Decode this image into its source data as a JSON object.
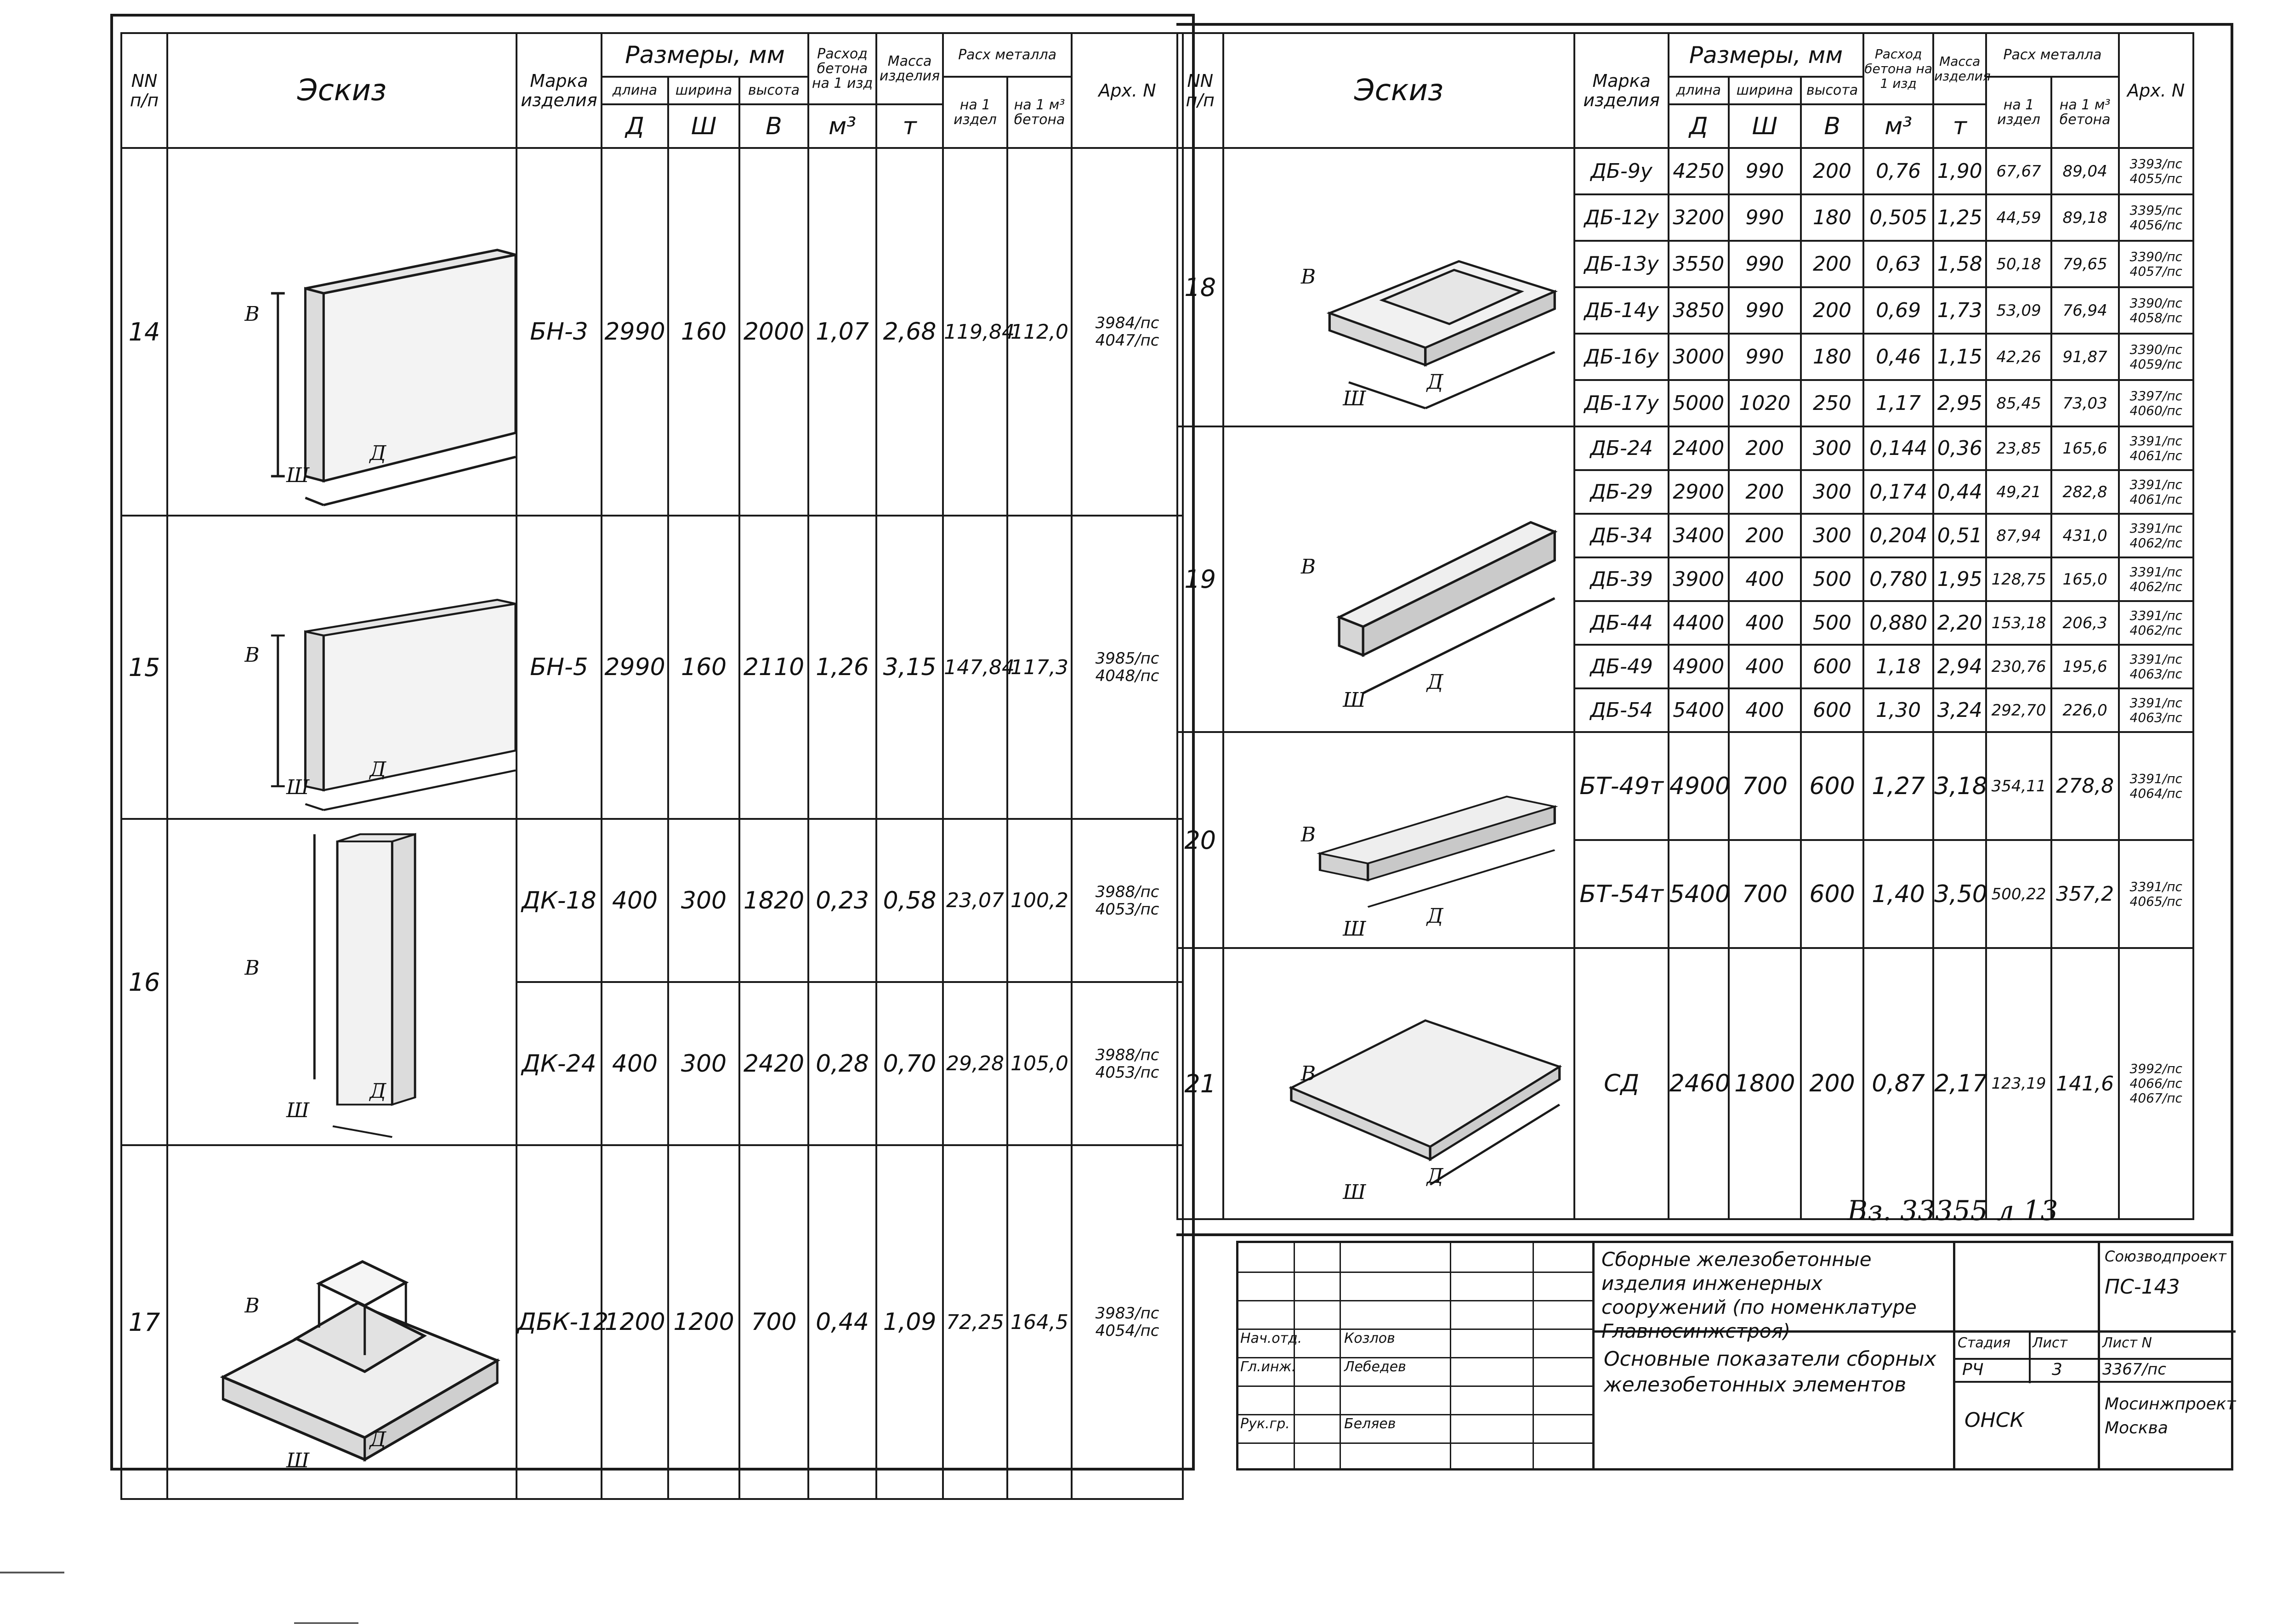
{
  "left_table": {
    "headers": {
      "nn": "NN п/п",
      "sketch": "Эскиз",
      "mark": "Марка изделия",
      "sizes": "Размеры, мм",
      "length_word": "длина",
      "width_word": "ширина",
      "height_word": "высота",
      "length_sym": "Д",
      "width_sym": "Ш",
      "height_sym": "В",
      "concrete": "Расход бетона на 1 изд",
      "concrete_unit": "м³",
      "mass": "Масса изделия",
      "mass_unit": "т",
      "metal": "Расх металла",
      "metal_per_item": "на 1 издел",
      "metal_per_m3": "на 1 м³ бетона",
      "arch": "Арх. N"
    },
    "rows": [
      {
        "no": "14",
        "mark": "БН-3",
        "d": "2990",
        "w": "160",
        "h": "2000",
        "concrete": "1,07",
        "mass": "2,68",
        "metal_item": "119,84",
        "metal_m3": "112,0",
        "arch": "3984/пс 4047/пс"
      },
      {
        "no": "15",
        "mark": "БН-5",
        "d": "2990",
        "w": "160",
        "h": "2110",
        "concrete": "1,26",
        "mass": "3,15",
        "metal_item": "147,84",
        "metal_m3": "117,3",
        "arch": "3985/пс 4048/пс"
      },
      {
        "no": "16",
        "mark": "ДК-18",
        "d": "400",
        "w": "300",
        "h": "1820",
        "concrete": "0,23",
        "mass": "0,58",
        "metal_item": "23,07",
        "metal_m3": "100,2",
        "arch": "3988/пс 4053/пс"
      },
      {
        "no": "",
        "mark": "ДК-24",
        "d": "400",
        "w": "300",
        "h": "2420",
        "concrete": "0,28",
        "mass": "0,70",
        "metal_item": "29,28",
        "metal_m3": "105,0",
        "arch": "3988/пс 4053/пс"
      },
      {
        "no": "17",
        "mark": "ДБК-12",
        "d": "1200",
        "w": "1200",
        "h": "700",
        "concrete": "0,44",
        "mass": "1,09",
        "metal_item": "72,25",
        "metal_m3": "164,5",
        "arch": "3983/пс 4054/пс"
      }
    ]
  },
  "right_table": {
    "groups": [
      {
        "no": "18",
        "rows": [
          {
            "mark": "ДБ-9у",
            "d": "4250",
            "w": "990",
            "h": "200",
            "concrete": "0,76",
            "mass": "1,90",
            "metal_item": "67,67",
            "metal_m3": "89,04",
            "arch": "3393/пс 4055/пс"
          },
          {
            "mark": "ДБ-12у",
            "d": "3200",
            "w": "990",
            "h": "180",
            "concrete": "0,505",
            "mass": "1,25",
            "metal_item": "44,59",
            "metal_m3": "89,18",
            "arch": "3395/пс 4056/пс"
          },
          {
            "mark": "ДБ-13у",
            "d": "3550",
            "w": "990",
            "h": "200",
            "concrete": "0,63",
            "mass": "1,58",
            "metal_item": "50,18",
            "metal_m3": "79,65",
            "arch": "3390/пс 4057/пс"
          },
          {
            "mark": "ДБ-14у",
            "d": "3850",
            "w": "990",
            "h": "200",
            "concrete": "0,69",
            "mass": "1,73",
            "metal_item": "53,09",
            "metal_m3": "76,94",
            "arch": "3390/пс 4058/пс"
          },
          {
            "mark": "ДБ-16у",
            "d": "3000",
            "w": "990",
            "h": "180",
            "concrete": "0,46",
            "mass": "1,15",
            "metal_item": "42,26",
            "metal_m3": "91,87",
            "arch": "3390/пс 4059/пс"
          },
          {
            "mark": "ДБ-17у",
            "d": "5000",
            "w": "1020",
            "h": "250",
            "concrete": "1,17",
            "mass": "2,95",
            "metal_item": "85,45",
            "metal_m3": "73,03",
            "arch": "3397/пс 4060/пс"
          }
        ]
      },
      {
        "no": "19",
        "rows": [
          {
            "mark": "ДБ-24",
            "d": "2400",
            "w": "200",
            "h": "300",
            "concrete": "0,144",
            "mass": "0,36",
            "metal_item": "23,85",
            "metal_m3": "165,6",
            "arch": "3391/пс 4061/пс"
          },
          {
            "mark": "ДБ-29",
            "d": "2900",
            "w": "200",
            "h": "300",
            "concrete": "0,174",
            "mass": "0,44",
            "metal_item": "49,21",
            "metal_m3": "282,8",
            "arch": "3391/пс 4061/пс"
          },
          {
            "mark": "ДБ-34",
            "d": "3400",
            "w": "200",
            "h": "300",
            "concrete": "0,204",
            "mass": "0,51",
            "metal_item": "87,94",
            "metal_m3": "431,0",
            "arch": "3391/пс 4062/пс"
          },
          {
            "mark": "ДБ-39",
            "d": "3900",
            "w": "400",
            "h": "500",
            "concrete": "0,780",
            "mass": "1,95",
            "metal_item": "128,75",
            "metal_m3": "165,0",
            "arch": "3391/пс 4062/пс"
          },
          {
            "mark": "ДБ-44",
            "d": "4400",
            "w": "400",
            "h": "500",
            "concrete": "0,880",
            "mass": "2,20",
            "metal_item": "153,18",
            "metal_m3": "206,3",
            "arch": "3391/пс 4062/пс"
          },
          {
            "mark": "ДБ-49",
            "d": "4900",
            "w": "400",
            "h": "600",
            "concrete": "1,18",
            "mass": "2,94",
            "metal_item": "230,76",
            "metal_m3": "195,6",
            "arch": "3391/пс 4063/пс"
          },
          {
            "mark": "ДБ-54",
            "d": "5400",
            "w": "400",
            "h": "600",
            "concrete": "1,30",
            "mass": "3,24",
            "metal_item": "292,70",
            "metal_m3": "226,0",
            "arch": "3391/пс 4063/пс"
          }
        ]
      },
      {
        "no": "20",
        "rows": [
          {
            "mark": "БТ-49т",
            "d": "4900",
            "w": "700",
            "h": "600",
            "concrete": "1,27",
            "mass": "3,18",
            "metal_item": "354,11",
            "metal_m3": "278,8",
            "arch": "3391/пс 4064/пс"
          },
          {
            "mark": "БТ-54т",
            "d": "5400",
            "w": "700",
            "h": "600",
            "concrete": "1,40",
            "mass": "3,50",
            "metal_item": "500,22",
            "metal_m3": "357,2",
            "arch": "3391/пс 4065/пс"
          }
        ]
      },
      {
        "no": "21",
        "rows": [
          {
            "mark": "СД",
            "d": "2460",
            "w": "1800",
            "h": "200",
            "concrete": "0,87",
            "mass": "2,17",
            "metal_item": "123,19",
            "metal_m3": "141,6",
            "arch": "3992/пс 4066/пс 4067/пс"
          }
        ]
      }
    ],
    "inventory": "Вз. 33355 л 13"
  },
  "sketch_labels": {
    "h": "В",
    "d": "Д",
    "w": "Ш"
  },
  "title_block": {
    "main_title": "Сборные железобетонные изделия инженерных сооружений (по номенклатуре Главносинжстроя)",
    "code_top": "Союзводпроект",
    "code": "ПС-143",
    "sheet_title": "Основные показатели сборных железобетонных элементов",
    "stage_label": "Стадия",
    "sheet_label": "Лист",
    "sheets_label": "Лист N",
    "stage": "РЧ",
    "sheet": "3",
    "sheet_no": "3367/пс",
    "org": "ОНСК",
    "place": "Мосинжпроект Москва",
    "sig1_role": "Нач.отд.",
    "sig2_role": "Гл.инж.",
    "sig3_role": "Рук.гр.",
    "sig1_name": "Козлов",
    "sig2_name": "Лебедев",
    "sig3_name": "Беляев"
  }
}
